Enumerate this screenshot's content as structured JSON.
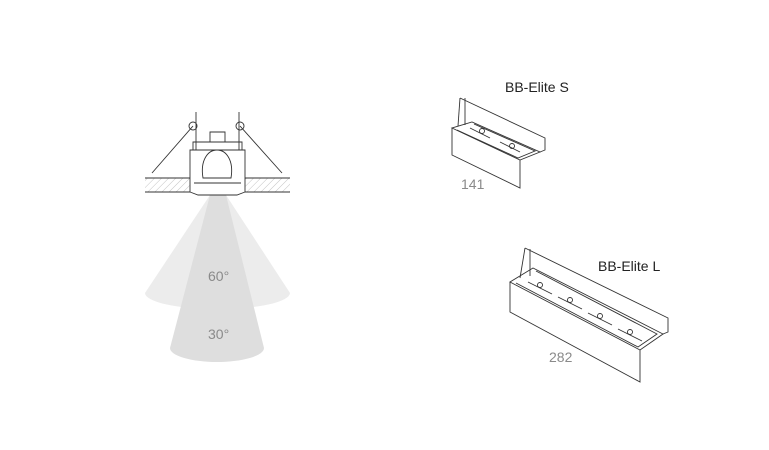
{
  "beam": {
    "wide_angle": "60°",
    "narrow_angle": "30°"
  },
  "products": [
    {
      "name": "BB-Elite S",
      "length": "141"
    },
    {
      "name": "BB-Elite L",
      "length": "282"
    }
  ],
  "colors": {
    "cone_wide": "#ececec",
    "cone_narrow": "#dedede",
    "line": "#333333",
    "dim_text": "#8a8a8a"
  }
}
